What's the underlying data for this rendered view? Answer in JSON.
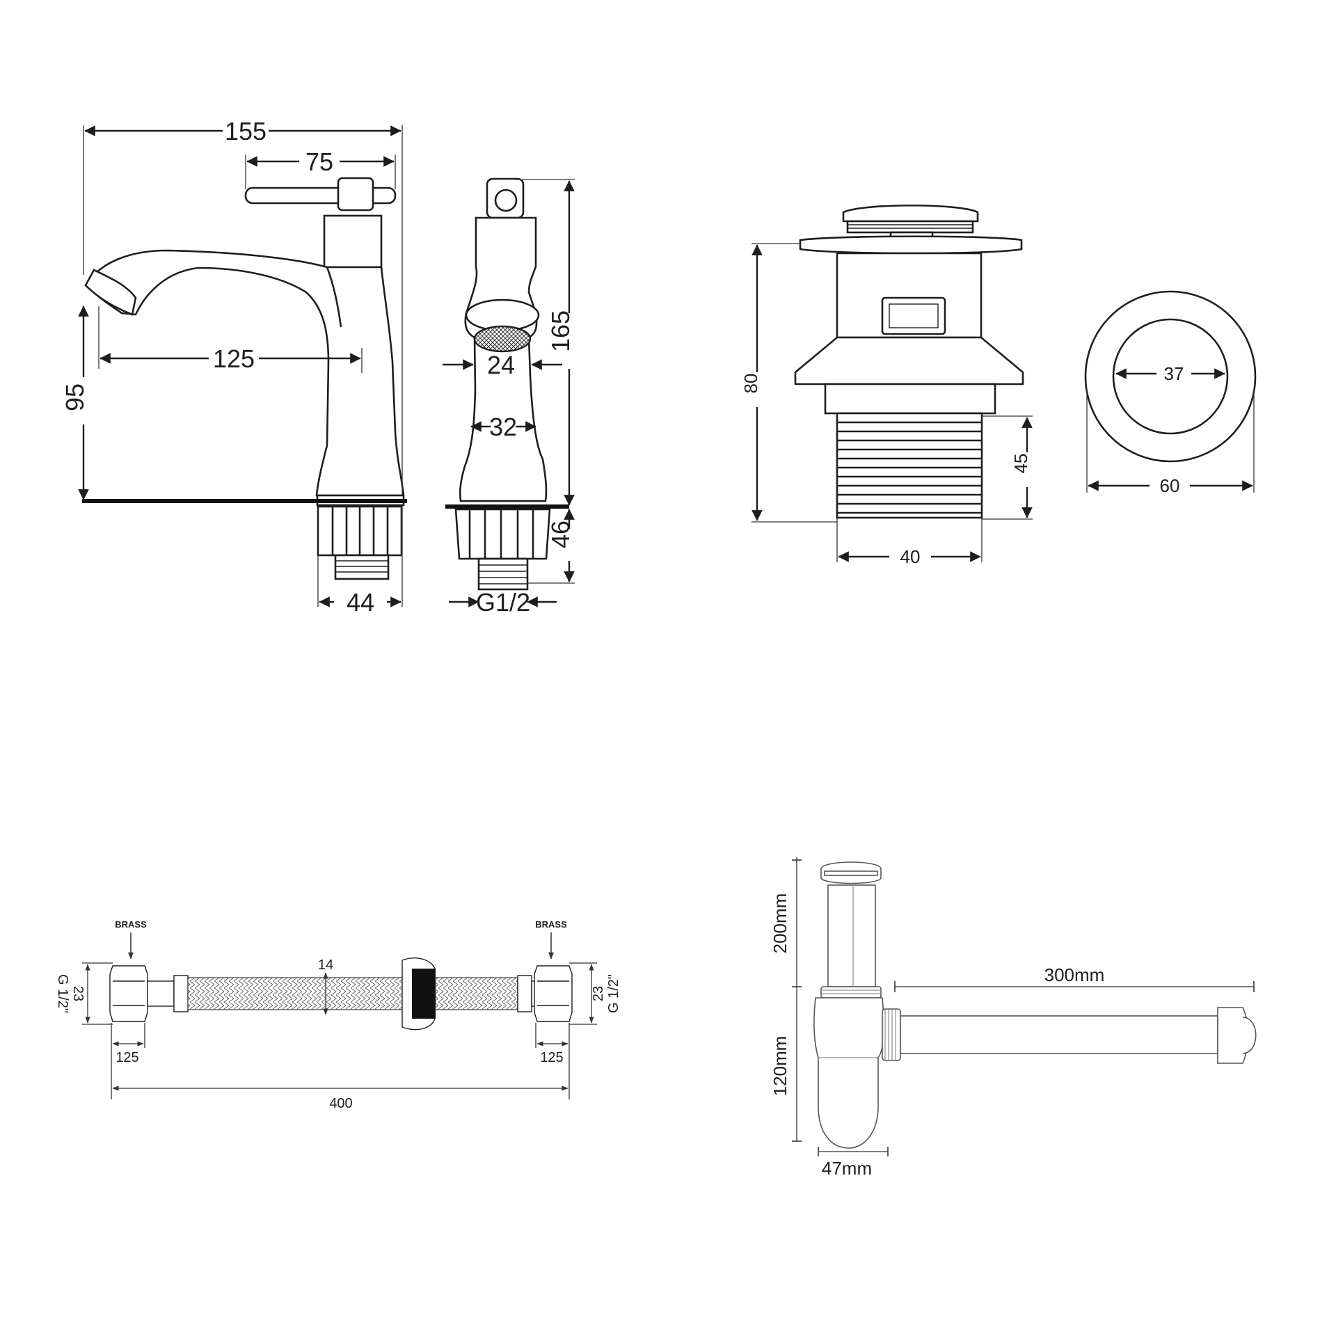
{
  "faucet": {
    "dim_overall_width": "155",
    "dim_handle": "75",
    "dim_spout_reach": "125",
    "dim_spout_height": "95",
    "dim_base_width": "44",
    "dim_outlet": "24",
    "dim_body": "32",
    "dim_height": "165",
    "dim_shank": "46",
    "dim_thread": "G1/2"
  },
  "popup_waste": {
    "dim_height": "80",
    "dim_thread_length": "45",
    "dim_thread_diameter": "40",
    "dim_inner_diameter": "37",
    "dim_outer_diameter": "60"
  },
  "hose": {
    "label_left": "BRASS",
    "label_right": "BRASS",
    "dim_hex_left": "23",
    "dim_thread_left": "G 1/2\"",
    "dim_hose_diameter": "14",
    "dim_hex_right": "23",
    "dim_thread_right": "G 1/2\"",
    "dim_nut_left": "125",
    "dim_nut_right": "125",
    "dim_length": "400"
  },
  "bottle_trap": {
    "dim_upper": "200mm",
    "dim_lower": "120mm",
    "dim_arm": "300mm",
    "dim_width": "47mm"
  }
}
